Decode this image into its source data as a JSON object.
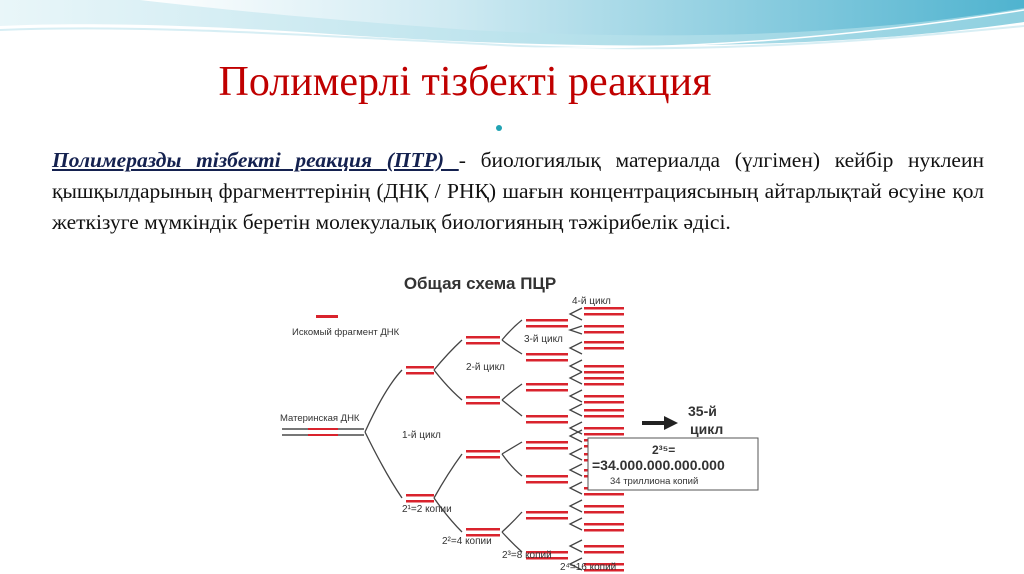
{
  "slide": {
    "title": "Полимерлі тізбекті реакция",
    "definition_term": "Полимеразды тізбекті реакция (ПТР) ",
    "definition_text": "- биологиялық материалда (үлгімен) кейбір нуклеин қышқылдарының фрагменттерінің (ДНҚ / РНҚ) шағын концентрациясының айтарлықтай өсуіне қол жеткізуге мүмкіндік беретін молекулалық биологияның тәжірибелік әдісі.",
    "accent_color": "#c00000",
    "strand_color": "#d9232d"
  },
  "diagram": {
    "title": "Общая схема ПЦР",
    "legend_label": "Искомый фрагмент ДНК",
    "maternal_label": "Материнская ДНК",
    "cycle1": "1-й цикл",
    "cycle2": "2-й цикл",
    "cycle3": "3-й цикл",
    "cycle4": "4-й цикл",
    "cycle35_line1": "35-й",
    "cycle35_line2": "цикл",
    "copies_2": "2¹=2 копии",
    "copies_4": "2²=4 копии",
    "copies_8": "2³=8 копий",
    "copies_16": "2⁴=16 копий",
    "box_power": "2³⁵=",
    "box_number": "=34.000.000.000.000",
    "box_caption": "34 триллиона копий"
  }
}
